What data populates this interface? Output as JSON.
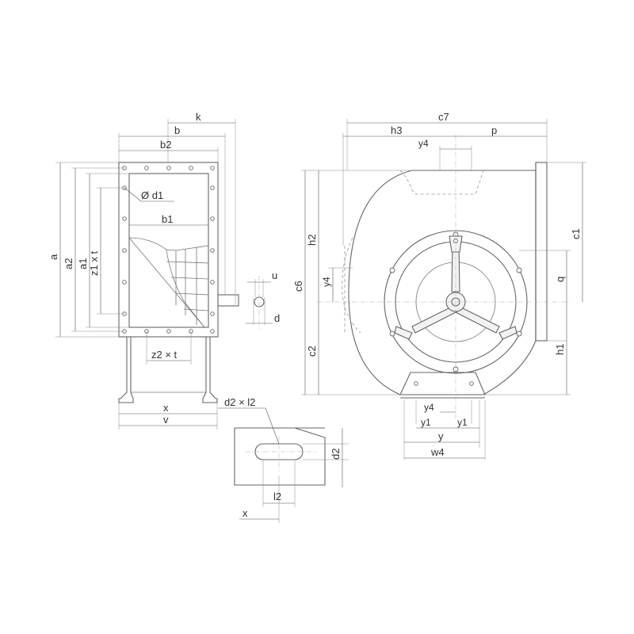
{
  "labels": {
    "k": "k",
    "b": "b",
    "b2": "b2",
    "b1": "b1",
    "d1": "Ø d1",
    "a": "a",
    "a2": "a2",
    "a1": "a1",
    "z1t": "z1 x t",
    "z2t": "z2 × t",
    "x": "x",
    "v": "v",
    "u": "u",
    "d": "d",
    "d2l2": "d2 × l2",
    "d2": "d2",
    "l2": "l2",
    "c7": "c7",
    "h3": "h3",
    "p": "p",
    "y4": "y4",
    "h2": "h2",
    "c6": "c6",
    "c2": "c2",
    "c1": "c1",
    "q": "q",
    "h1": "h1",
    "y1": "y1",
    "y": "y",
    "w4": "w4"
  }
}
